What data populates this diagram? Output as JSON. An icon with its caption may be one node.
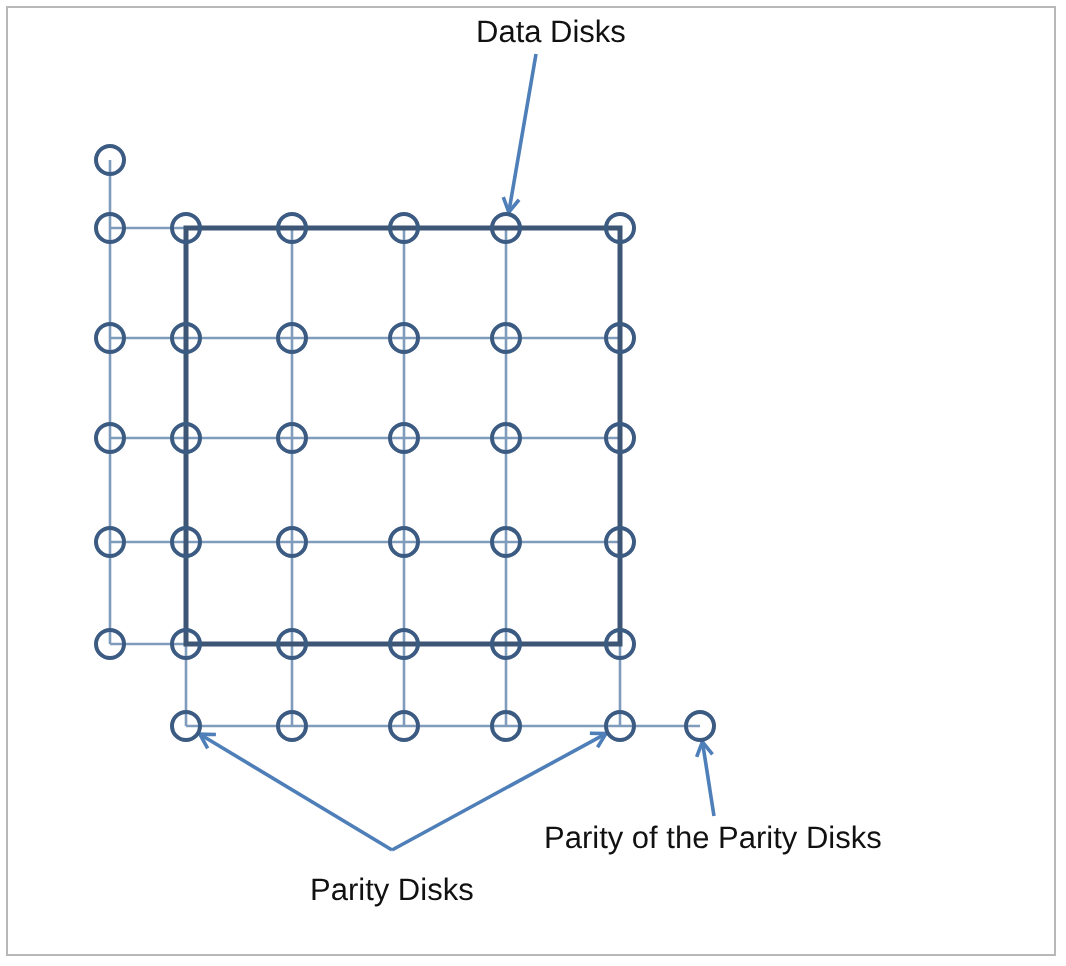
{
  "diagram": {
    "nodes": [
      {
        "text": [
          "Data Disks"
        ]
      },
      {
        "text": [],
        "shape": "circle"
      },
      {
        "text": [
          "Parity Disks"
        ]
      },
      {
        "text": [],
        "shape": "circle"
      },
      {
        "text": [],
        "shape": "circle"
      },
      {
        "text": [
          "Parity of the Parity Disks"
        ]
      },
      {
        "text": [],
        "shape": "circle"
      }
    ],
    "edges": [
      {
        "from": 0,
        "to": 1,
        "arrow": "to"
      },
      {
        "from": 2,
        "to": 3,
        "arrow": "to"
      },
      {
        "from": 2,
        "to": 4,
        "arrow": "to"
      },
      {
        "from": 5,
        "to": 6,
        "arrow": "to"
      }
    ]
  }
}
